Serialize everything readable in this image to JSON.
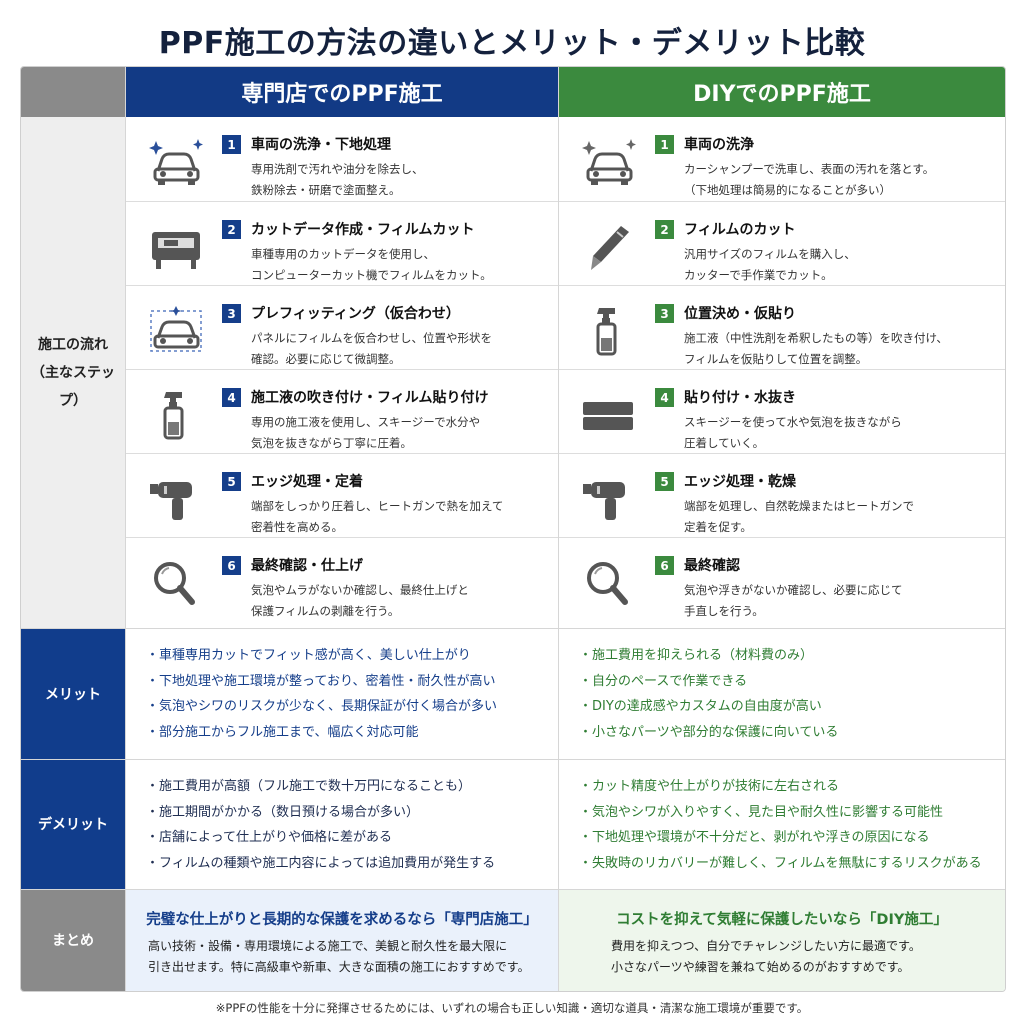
{
  "title": "PPF施工の方法の違いとメリット・デメリット比較",
  "header": {
    "pro": "専門店でのPPF施工",
    "diy": "DIYでのPPF施工"
  },
  "labels": {
    "flow_line1": "施工の流れ",
    "flow_line2": "（主なステップ）",
    "merit": "メリット",
    "demerit": "デメリット",
    "summary": "まとめ"
  },
  "steps": {
    "pro": [
      {
        "num": "1",
        "title": "車両の洗浄・下地処理",
        "desc1": "専用洗剤で汚れや油分を除去し、",
        "desc2": "鉄粉除去・研磨で塗面整え。",
        "icon": "car-sparkle-icon"
      },
      {
        "num": "2",
        "title": "カットデータ作成・フィルムカット",
        "desc1": "車種専用のカットデータを使用し、",
        "desc2": "コンピューターカット機でフィルムをカット。",
        "icon": "plotter-icon"
      },
      {
        "num": "3",
        "title": "プレフィッティング（仮合わせ）",
        "desc1": "パネルにフィルムを仮合わせし、位置や形状を",
        "desc2": "確認。必要に応じて微調整。",
        "icon": "car-fitting-icon"
      },
      {
        "num": "4",
        "title": "施工液の吹き付け・フィルム貼り付け",
        "desc1": "専用の施工液を使用し、スキージーで水分や",
        "desc2": "気泡を抜きながら丁寧に圧着。",
        "icon": "spray-bottle-icon"
      },
      {
        "num": "5",
        "title": "エッジ処理・定着",
        "desc1": "端部をしっかり圧着し、ヒートガンで熱を加えて",
        "desc2": "密着性を高める。",
        "icon": "heat-gun-icon"
      },
      {
        "num": "6",
        "title": "最終確認・仕上げ",
        "desc1": "気泡やムラがないか確認し、最終仕上げと",
        "desc2": "保護フィルムの剥離を行う。",
        "icon": "magnifier-icon"
      }
    ],
    "diy": [
      {
        "num": "1",
        "title": "車両の洗浄",
        "desc1": "カーシャンプーで洗車し、表面の汚れを落とす。",
        "desc2": "（下地処理は簡易的になることが多い）",
        "icon": "car-sparkle-icon"
      },
      {
        "num": "2",
        "title": "フィルムのカット",
        "desc1": "汎用サイズのフィルムを購入し、",
        "desc2": "カッターで手作業でカット。",
        "icon": "cutter-icon"
      },
      {
        "num": "3",
        "title": "位置決め・仮貼り",
        "desc1": "施工液（中性洗剤を希釈したもの等）を吹き付け、",
        "desc2": "フィルムを仮貼りして位置を調整。",
        "icon": "spray-bottle-icon"
      },
      {
        "num": "4",
        "title": "貼り付け・水抜き",
        "desc1": "スキージーを使って水や気泡を抜きながら",
        "desc2": "圧着していく。",
        "icon": "squeegee-icon"
      },
      {
        "num": "5",
        "title": "エッジ処理・乾燥",
        "desc1": "端部を処理し、自然乾燥またはヒートガンで",
        "desc2": "定着を促す。",
        "icon": "heat-gun-icon"
      },
      {
        "num": "6",
        "title": "最終確認",
        "desc1": "気泡や浮きがないか確認し、必要に応じて",
        "desc2": "手直しを行う。",
        "icon": "magnifier-icon"
      }
    ]
  },
  "merits": {
    "pro": [
      "・車種専用カットでフィット感が高く、美しい仕上がり",
      "・下地処理や施工環境が整っており、密着性・耐久性が高い",
      "・気泡やシワのリスクが少なく、長期保証が付く場合が多い",
      "・部分施工からフル施工まで、幅広く対応可能"
    ],
    "diy": [
      "・施工費用を抑えられる（材料費のみ）",
      "・自分のペースで作業できる",
      "・DIYの達成感やカスタムの自由度が高い",
      "・小さなパーツや部分的な保護に向いている"
    ]
  },
  "demerits": {
    "pro": [
      "・施工費用が高額（フル施工で数十万円になることも）",
      "・施工期間がかかる（数日預ける場合が多い）",
      "・店舗によって仕上がりや価格に差がある",
      "・フィルムの種類や施工内容によっては追加費用が発生する"
    ],
    "diy": [
      "・カット精度や仕上がりが技術に左右される",
      "・気泡やシワが入りやすく、見た目や耐久性に影響する可能性",
      "・下地処理や環境が不十分だと、剥がれや浮きの原因になる",
      "・失敗時のリカバリーが難しく、フィルムを無駄にするリスクがある"
    ]
  },
  "summary": {
    "pro": {
      "heading": "完璧な仕上がりと長期的な保護を求めるなら「専門店施工」",
      "line1": "高い技術・設備・専用環境による施工で、美観と耐久性を最大限に",
      "line2": "引き出せます。特に高級車や新車、大きな面積の施工におすすめです。"
    },
    "diy": {
      "heading": "コストを抑えて気軽に保護したいなら「DIY施工」",
      "line1": "費用を抑えつつ、自分でチャレンジしたい方に最適です。",
      "line2": "小さなパーツや練習を兼ねて始めるのがおすすめです。"
    }
  },
  "footnote": "※PPFの性能を十分に発揮させるためには、いずれの場合も正しい知識・適切な道具・清潔な施工環境が重要です。",
  "colors": {
    "pro_accent": "#123a85",
    "diy_accent": "#3b8a3e",
    "label_gray": "#8a8a8a"
  }
}
